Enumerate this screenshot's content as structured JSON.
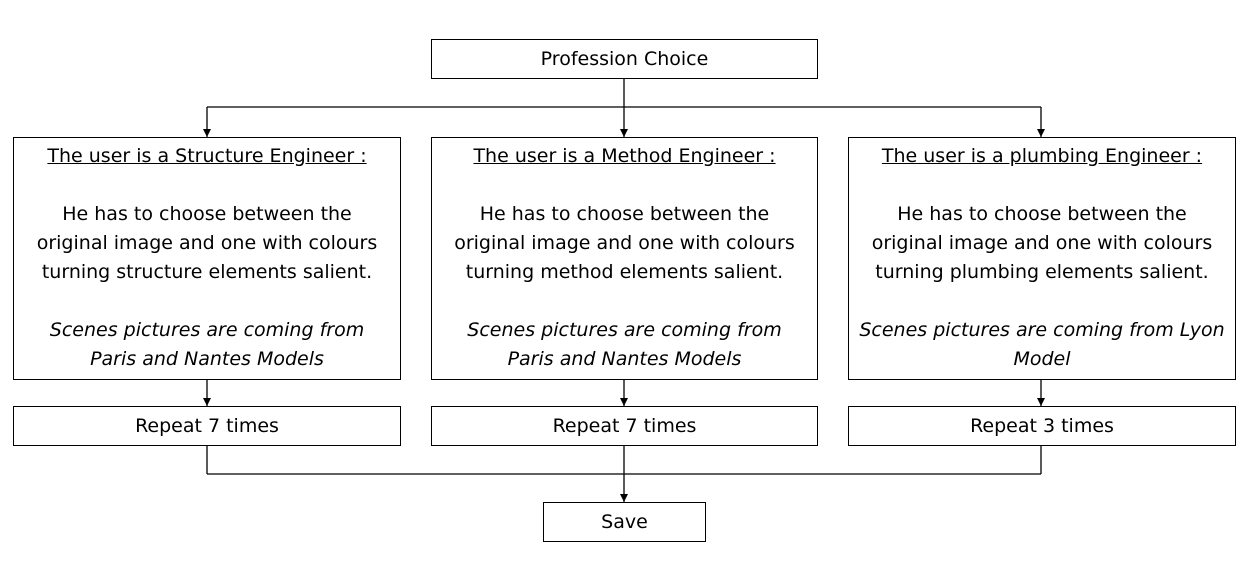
{
  "root": {
    "label": "Profession Choice"
  },
  "branches": [
    {
      "title": "The user is a Structure Engineer :",
      "description": "He has to choose between the original image and one with colours turning structure elements salient.",
      "source": "Scenes pictures are coming from Paris and Nantes Models",
      "repeat": "Repeat 7 times"
    },
    {
      "title": "The user is a Method Engineer :",
      "description": "He has to choose between the original image and one with colours turning method elements salient.",
      "source": "Scenes pictures are coming from Paris and Nantes Models",
      "repeat": "Repeat 7 times"
    },
    {
      "title": "The user is a plumbing Engineer :",
      "description": "He has to choose between the original image and one with colours turning plumbing elements salient.",
      "source": "Scenes pictures are coming from Lyon Model",
      "repeat": "Repeat 3 times"
    }
  ],
  "end": {
    "label": "Save"
  },
  "colors": {
    "line": "#000000",
    "box_border": "#000000",
    "background": "#ffffff"
  }
}
